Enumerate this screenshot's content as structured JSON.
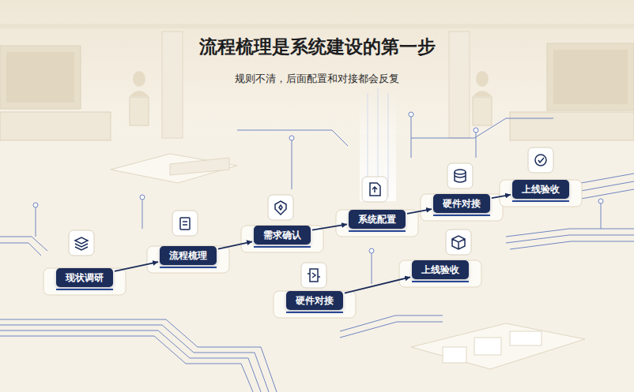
{
  "diagram": {
    "title": "流程梳理是系统建设的第一步",
    "nodes": [
      {
        "text": [
          "现状调研"
        ]
      },
      {
        "text": [
          "流程梳理"
        ]
      },
      {
        "text": [
          "需求确认"
        ]
      },
      {
        "text": [
          "系统配置"
        ]
      },
      {
        "text": [
          "硬件对接"
        ]
      },
      {
        "text": [
          "上线验收"
        ]
      },
      {
        "text": [
          "硬件对接"
        ]
      },
      {
        "text": [
          "上线验收"
        ]
      }
    ],
    "edges": [
      {
        "from": 0,
        "to": 1,
        "arrow": "to"
      },
      {
        "from": 1,
        "to": 2,
        "arrow": "to"
      },
      {
        "from": 2,
        "to": 3,
        "arrow": "to"
      },
      {
        "from": 3,
        "to": 4,
        "arrow": "to"
      },
      {
        "from": 4,
        "to": 5,
        "arrow": "to"
      },
      {
        "from": 6,
        "to": 7,
        "arrow": "to"
      }
    ],
    "labels": [
      "规则不清，后面配置和对接都会反复"
    ]
  }
}
